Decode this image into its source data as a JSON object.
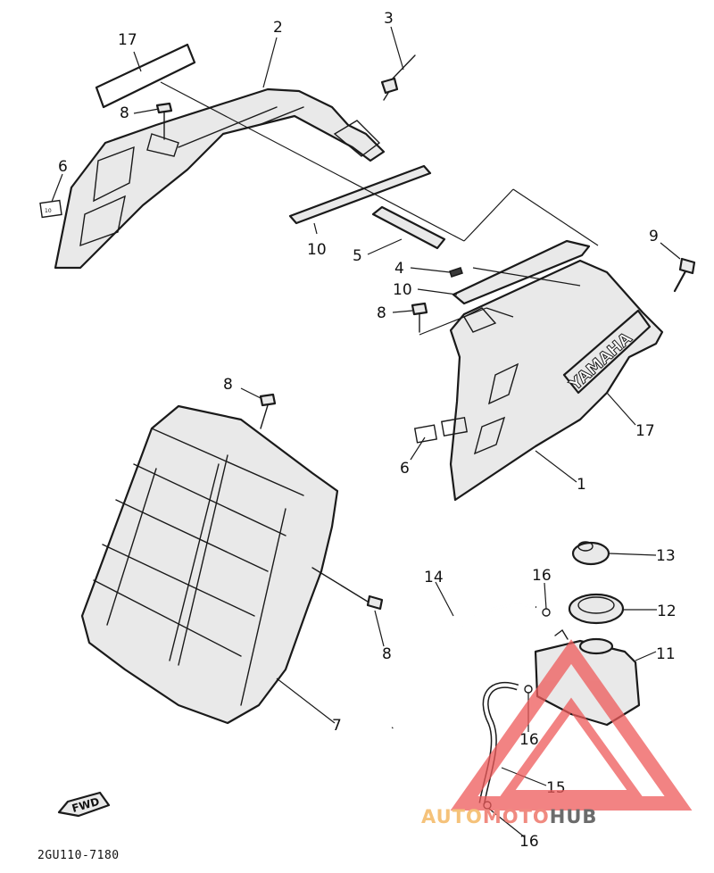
{
  "diagram": {
    "code": "2GU110-7180",
    "fwd_label": "FWD",
    "emblem_text": "YAMAHA",
    "callouts": [
      {
        "id": "c17a",
        "text": "17"
      },
      {
        "id": "c2",
        "text": "2"
      },
      {
        "id": "c3",
        "text": "3"
      },
      {
        "id": "c8a",
        "text": "8"
      },
      {
        "id": "c6a",
        "text": "6"
      },
      {
        "id": "c10a",
        "text": "10"
      },
      {
        "id": "c5",
        "text": "5"
      },
      {
        "id": "c4",
        "text": "4"
      },
      {
        "id": "c10b",
        "text": "10"
      },
      {
        "id": "c8b",
        "text": "8"
      },
      {
        "id": "c9",
        "text": "9"
      },
      {
        "id": "c17b",
        "text": "17"
      },
      {
        "id": "c6b",
        "text": "6"
      },
      {
        "id": "c1",
        "text": "1"
      },
      {
        "id": "c8c",
        "text": "8"
      },
      {
        "id": "c13",
        "text": "13"
      },
      {
        "id": "c14",
        "text": "14"
      },
      {
        "id": "c16a",
        "text": "16"
      },
      {
        "id": "c12",
        "text": "12"
      },
      {
        "id": "c8d",
        "text": "8"
      },
      {
        "id": "c11",
        "text": "11"
      },
      {
        "id": "c7",
        "text": "7"
      },
      {
        "id": "c16b",
        "text": "16"
      },
      {
        "id": "c15",
        "text": "15"
      },
      {
        "id": "c16c",
        "text": "16"
      }
    ]
  },
  "watermark": {
    "part1": "AUTO",
    "part2": "MOTO",
    "part3": "HUB",
    "color_light": "#f5c27a",
    "color_mid": "#f08a80",
    "color_dark": "#6b6b6b",
    "triangle_color": "#ee5a5a"
  }
}
